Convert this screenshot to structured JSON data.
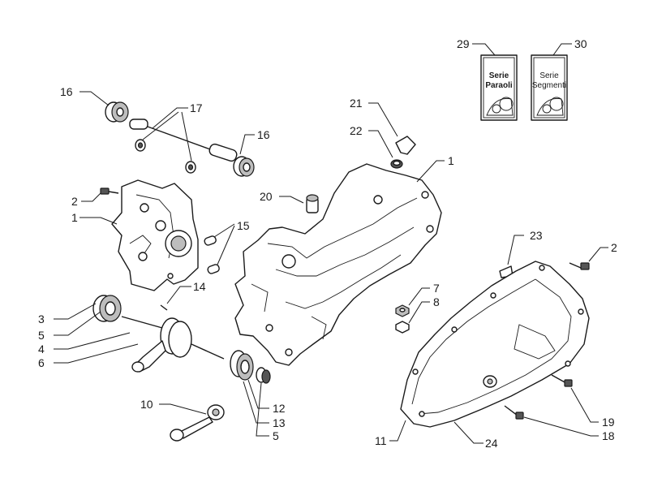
{
  "labels": {
    "l1a": "1",
    "l1b": "1",
    "l2a": "2",
    "l2b": "2",
    "l3": "3",
    "l4": "4",
    "l5a": "5",
    "l5b": "5",
    "l6": "6",
    "l7": "7",
    "l8": "8",
    "l10": "10",
    "l11": "11",
    "l12": "12",
    "l13": "13",
    "l14": "14",
    "l15": "15",
    "l16a": "16",
    "l16b": "16",
    "l17": "17",
    "l18": "18",
    "l19": "19",
    "l20": "20",
    "l21": "21",
    "l22": "22",
    "l23": "23",
    "l24": "24",
    "l29": "29",
    "l30": "30"
  },
  "cards": {
    "paraoli": {
      "line1": "Serie",
      "line2": "Paraoli"
    },
    "segmenti": {
      "line1": "Serie",
      "line2": "Segmenti"
    }
  }
}
